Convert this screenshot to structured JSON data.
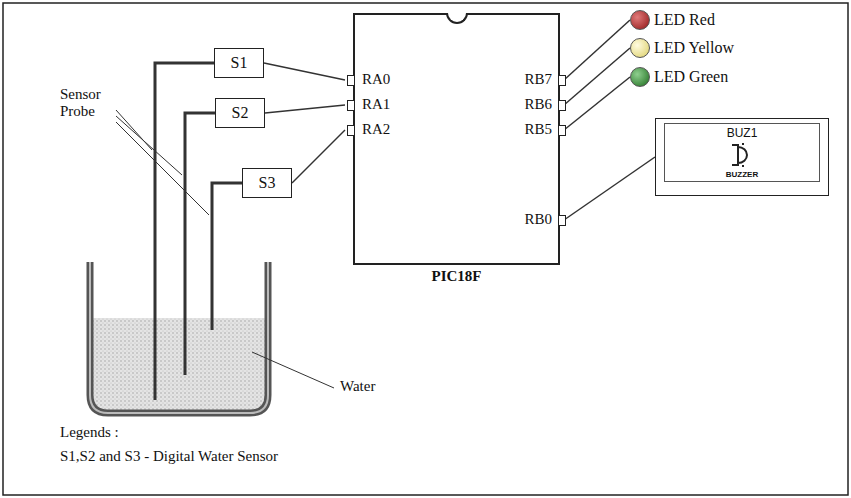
{
  "diagram": {
    "nodes": [
      {
        "text": [
          "S1"
        ]
      },
      {
        "text": [
          "S2"
        ]
      },
      {
        "text": [
          "S3"
        ]
      },
      {
        "text": [
          "PIC18F"
        ]
      },
      {
        "text": [
          "LED Red"
        ]
      },
      {
        "text": [
          "LED Yellow"
        ]
      },
      {
        "text": [
          "LED Green"
        ]
      },
      {
        "text": [
          "BUZ1",
          "BUZZER"
        ]
      }
    ],
    "edges": [
      {
        "from": 0,
        "to": 3,
        "arrow": "none"
      },
      {
        "from": 1,
        "to": 3,
        "arrow": "none"
      },
      {
        "from": 2,
        "to": 3,
        "arrow": "none"
      },
      {
        "from": 3,
        "to": 4,
        "arrow": "none"
      },
      {
        "from": 3,
        "to": 5,
        "arrow": "none"
      },
      {
        "from": 3,
        "to": 6,
        "arrow": "none"
      },
      {
        "from": 3,
        "to": 7,
        "arrow": "none"
      }
    ],
    "labels": [
      "RA0",
      "RA1",
      "RA2",
      "RB7",
      "RB6",
      "RB5",
      "RB0",
      "Sensor Probe",
      "Water",
      "Legends :",
      "S1,S2 and S3 - Digital Water Sensor"
    ]
  }
}
